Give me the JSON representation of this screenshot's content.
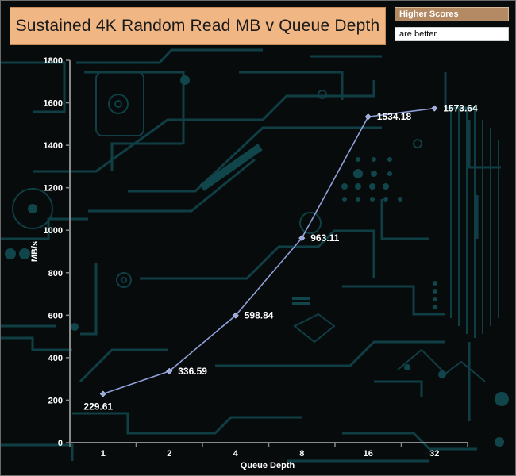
{
  "chart_data": {
    "type": "line",
    "title": "Sustained 4K Random Read MB v Queue Depth",
    "xlabel": "Queue Depth",
    "ylabel": "MB/s",
    "categories": [
      "1",
      "2",
      "4",
      "8",
      "16",
      "32"
    ],
    "series": [
      {
        "values": [
          229.61,
          336.59,
          598.84,
          963.11,
          1534.18,
          1573.64
        ]
      }
    ],
    "data_labels": [
      "229.61",
      "336.59",
      "598.84",
      "963.11",
      "1534.18",
      "1573.64"
    ],
    "ylim": [
      0,
      1800
    ],
    "yticks": [
      0,
      200,
      400,
      600,
      800,
      1000,
      1200,
      1400,
      1600,
      1800
    ],
    "grid": false,
    "legend": [
      "Higher Scores",
      "are better"
    ],
    "legend_position": "top-right",
    "colors": {
      "line": "#8f9fd8",
      "marker": "#9aa8e0",
      "axis": "#8a8a8a",
      "title_bg": "#f0b684",
      "background_traces": "#10454b"
    }
  }
}
